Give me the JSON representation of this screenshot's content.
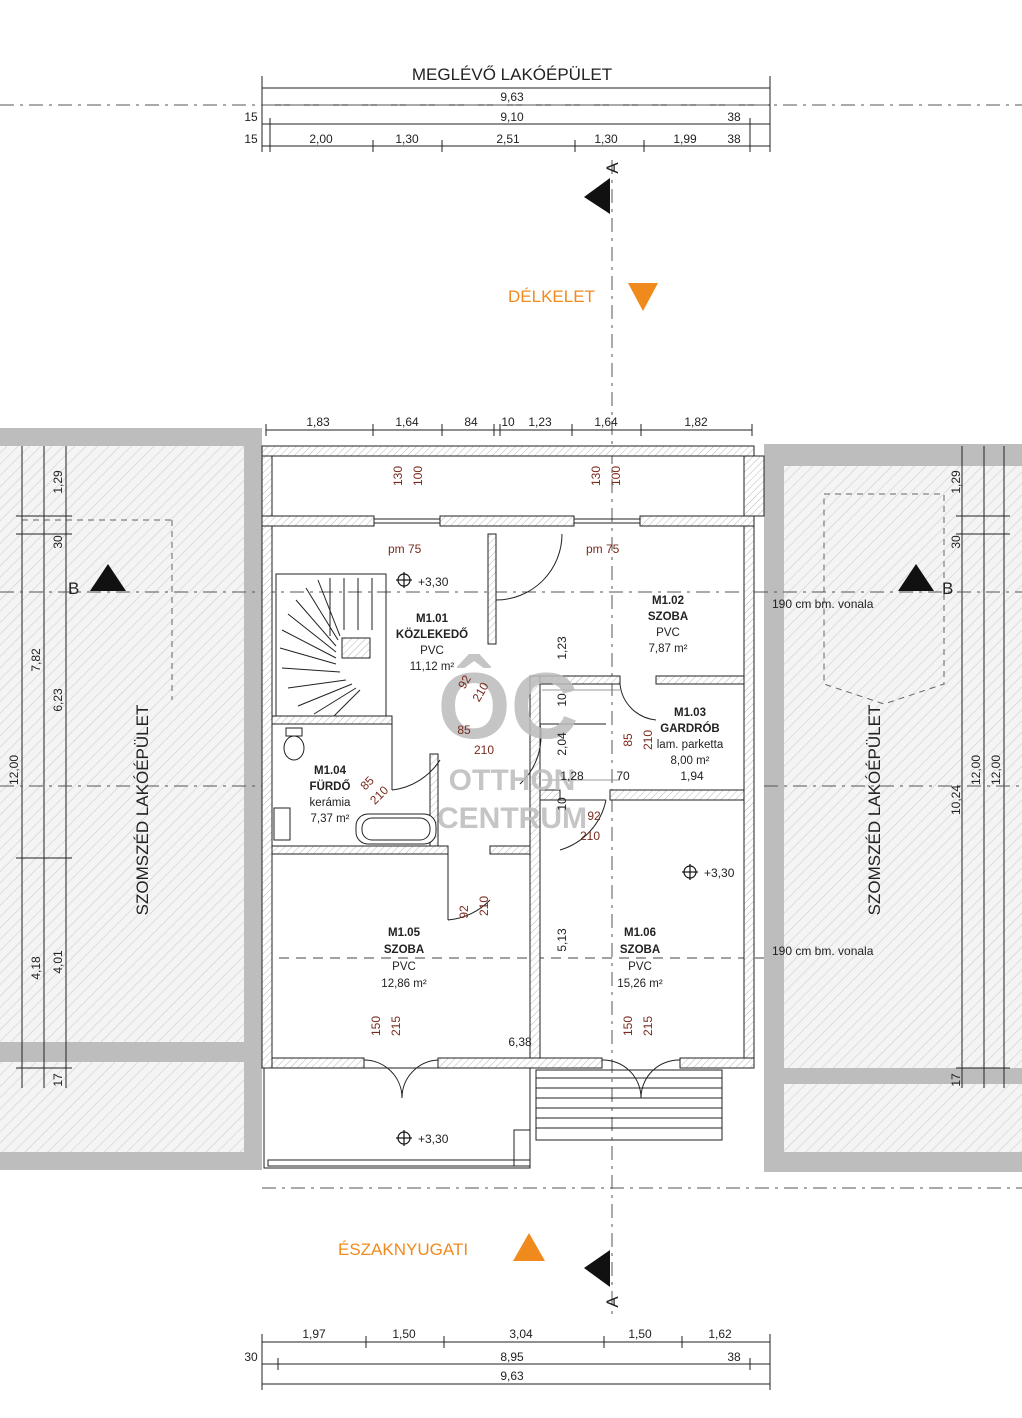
{
  "title": "MEGLÉVŐ LAKÓÉPÜLET",
  "dims": {
    "top_total": "9,63",
    "top_mid": [
      "15",
      "9,10",
      "38"
    ],
    "top_parts": [
      "15",
      "2,00",
      "1,30",
      "2,51",
      "1,30",
      "1,99",
      "38"
    ],
    "inner_top": [
      "1,83",
      "1,64",
      "84",
      "10",
      "1,23",
      "1,64",
      "1,82"
    ],
    "bottom_parts": [
      "1,97",
      "1,50",
      "3,04",
      "1,50",
      "1,62"
    ],
    "bottom_mid": [
      "30",
      "8,95",
      "38"
    ],
    "bottom_total": "9,63",
    "left": [
      "1,29",
      "30",
      "7,82",
      "6,23",
      "12,00",
      "4,18",
      "4,01",
      "17"
    ],
    "right": [
      "1,29",
      "30",
      "10,24",
      "12,00",
      "12,00",
      "17"
    ],
    "internal": [
      "5,13",
      "6,38",
      "1,23",
      "2,04",
      "1,28",
      "70",
      "1,94",
      "10",
      "10"
    ]
  },
  "orientation": {
    "top": "DÉLKELET",
    "bottom": "ÉSZAKNYUGATI"
  },
  "neighbors": {
    "left": "SZOMSZÉD LAKÓÉPÜLET",
    "right": "SZOMSZÉD LAKÓÉPÜLET"
  },
  "sections": {
    "a": "A",
    "b": "B"
  },
  "levels": {
    "l1": "+3,30",
    "l2": "+3,30",
    "l3": "+3,30"
  },
  "notes": {
    "line1": "190 cm bm.  vonala",
    "line2": "190 cm bm.  vonala",
    "pm1": "pm 75",
    "pm2": "pm 75"
  },
  "openings": {
    "w1a": "130",
    "w1b": "100",
    "w2a": "130",
    "w2b": "100",
    "d1a": "92",
    "d1b": "210",
    "d2a": "85",
    "d2b": "210",
    "d3a": "85",
    "d3b": "210",
    "d4a": "85",
    "d4b": "210",
    "d5a": "92",
    "d5b": "210",
    "d6a": "92",
    "d6b": "210",
    "f1a": "150",
    "f1b": "215",
    "f2a": "150",
    "f2b": "215"
  },
  "rooms": [
    {
      "code": "M1.01",
      "name": "KÖZLEKEDŐ",
      "floor": "PVC",
      "area": "11,12 m²"
    },
    {
      "code": "M1.02",
      "name": "SZOBA",
      "floor": "PVC",
      "area": "7,87 m²"
    },
    {
      "code": "M1.03",
      "name": "GARDRÓB",
      "floor": "lam. parketta",
      "area": "8,00 m²"
    },
    {
      "code": "M1.04",
      "name": "FÜRDŐ",
      "floor": "kerámia",
      "area": "7,37 m²"
    },
    {
      "code": "M1.05",
      "name": "SZOBA",
      "floor": "PVC",
      "area": "12,86 m²"
    },
    {
      "code": "M1.06",
      "name": "SZOBA",
      "floor": "PVC",
      "area": "15,26 m²"
    }
  ],
  "watermark": {
    "logo": "ÔC",
    "line1": "OTTHON",
    "line2": "CENTRUM"
  },
  "colors": {
    "orange": "#f08a1c",
    "redtext": "#7a2a1e",
    "wall": "#bdbdbd",
    "watermark": "#bcbcbc"
  }
}
